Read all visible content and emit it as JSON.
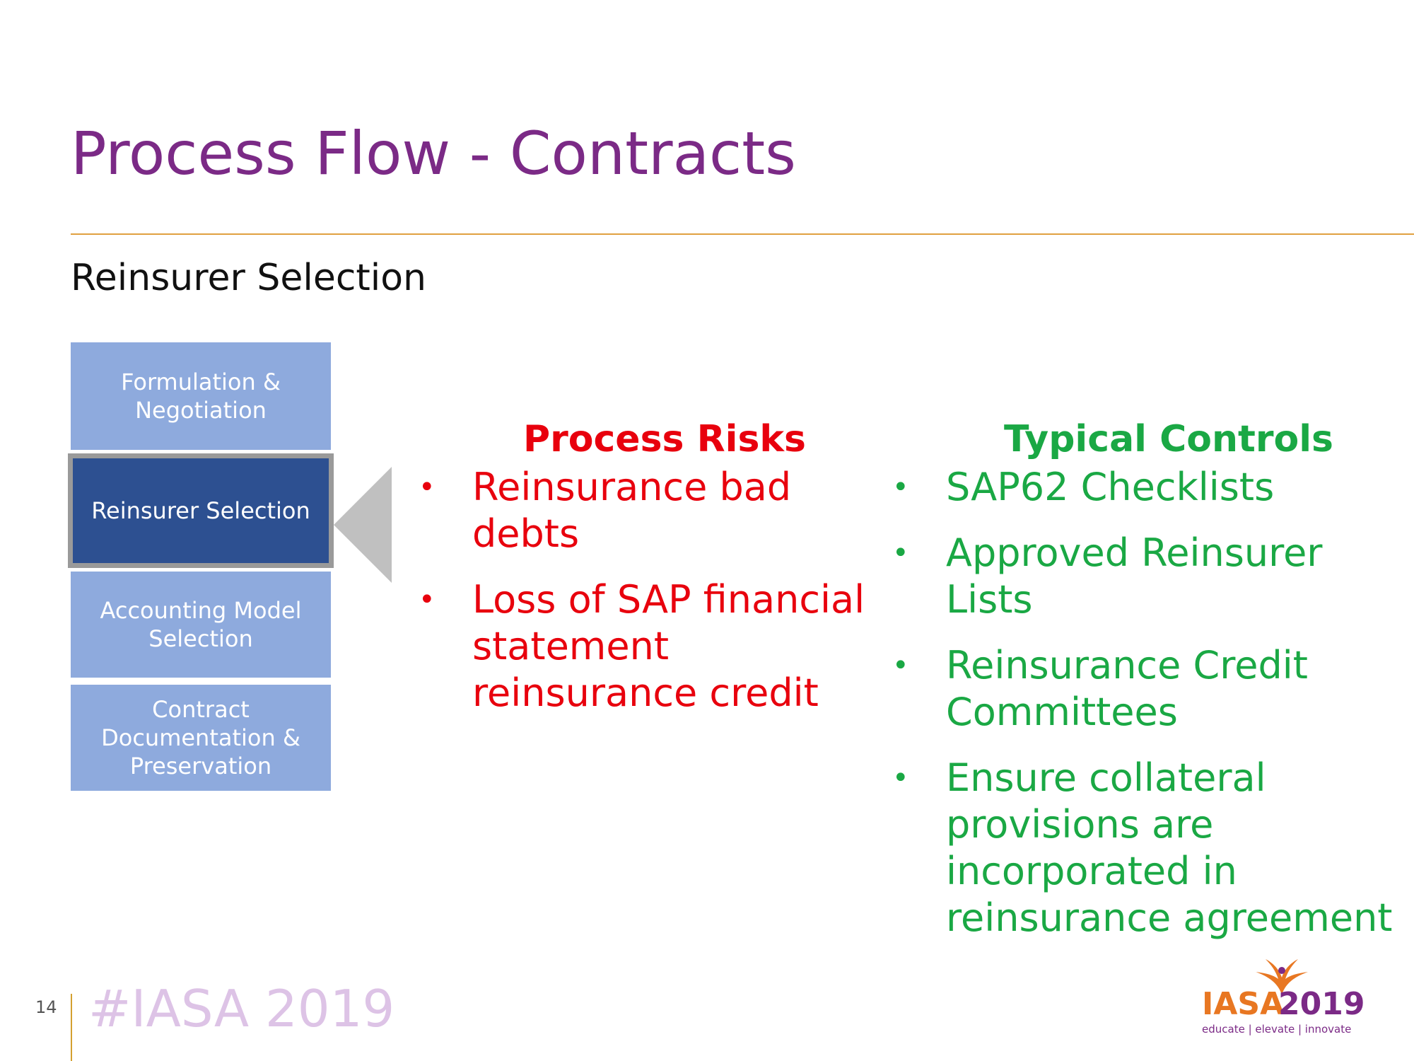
{
  "slide": {
    "title": "Process Flow - Contracts",
    "subtitle": "Reinsurer Selection"
  },
  "flow_steps": [
    {
      "label": "Formulation &\nNegotiation",
      "active": false
    },
    {
      "label": "Reinsurer Selection",
      "active": true
    },
    {
      "label": "Accounting Model\nSelection",
      "active": false
    },
    {
      "label": "Contract\nDocumentation &\nPreservation",
      "active": false
    }
  ],
  "risks": {
    "heading": "Process Risks",
    "items": [
      "Reinsurance bad debts",
      "Loss of SAP financial statement reinsurance credit"
    ]
  },
  "controls": {
    "heading": "Typical Controls",
    "items": [
      "SAP62 Checklists",
      "Approved Reinsurer Lists",
      "Reinsurance Credit Committees",
      "Ensure collateral provisions are incorporated in reinsurance agreement"
    ]
  },
  "footer": {
    "page_number": "14",
    "hashtag": "#IASA 2019",
    "logo_name": "IASA",
    "logo_year": "2019",
    "logo_tagline": "educate | elevate | innovate"
  },
  "colors": {
    "title": "#7b2a86",
    "risks": "#e8000d",
    "controls": "#1aa844",
    "step_inactive": "#8eaadd",
    "step_active": "#2d5091"
  },
  "icons": {
    "bullet": "bullet-dot",
    "pointer": "triangle-pointer-icon",
    "logo_mark": "phoenix-icon"
  }
}
